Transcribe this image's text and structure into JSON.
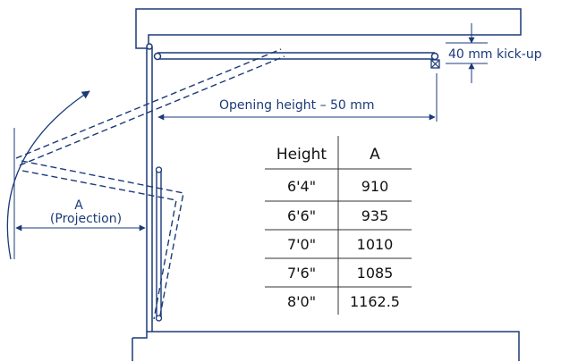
{
  "colors": {
    "line": "#1b3a78",
    "table_text": "#111111",
    "table_line": "#333333",
    "background": "#ffffff"
  },
  "labels": {
    "kickup": "40 mm kick-up",
    "opening": "Opening height – 50 mm",
    "projection_letter": "A",
    "projection_word": "(Projection)"
  },
  "table": {
    "headers": [
      "Height",
      "A"
    ],
    "rows": [
      [
        "6'4\"",
        "910"
      ],
      [
        "6'6\"",
        "935"
      ],
      [
        "7'0\"",
        "1010"
      ],
      [
        "7'6\"",
        "1085"
      ],
      [
        "8'0\"",
        "1162.5"
      ]
    ]
  }
}
